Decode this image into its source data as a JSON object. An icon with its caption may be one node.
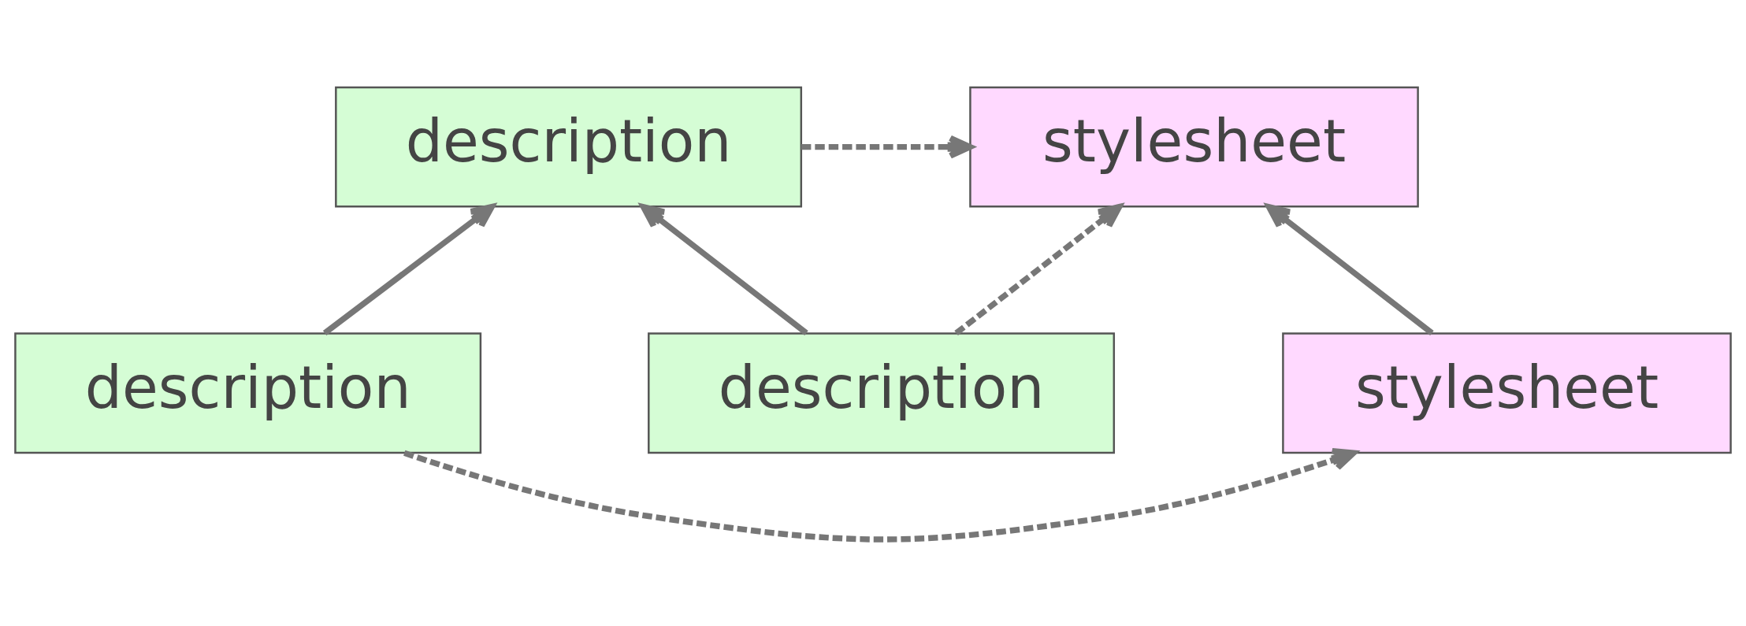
{
  "diagram": {
    "nodes": [
      {
        "text": [
          "stylesheet"
        ]
      },
      {
        "text": [
          "description"
        ]
      },
      {
        "text": [
          "description"
        ]
      },
      {
        "text": [
          "stylesheet"
        ]
      },
      {
        "text": [
          "description"
        ]
      }
    ],
    "edges": [
      {
        "from": 1,
        "to": 0,
        "arrow": "to",
        "style": "dashed"
      },
      {
        "from": 2,
        "to": 0,
        "arrow": "to",
        "style": "dashed"
      },
      {
        "from": 2,
        "to": 1,
        "arrow": "to"
      },
      {
        "from": 4,
        "to": 1,
        "arrow": "to"
      },
      {
        "from": 3,
        "to": 0,
        "arrow": "to"
      },
      {
        "from": 4,
        "to": 3,
        "arrow": "to",
        "style": "dashed"
      }
    ]
  }
}
